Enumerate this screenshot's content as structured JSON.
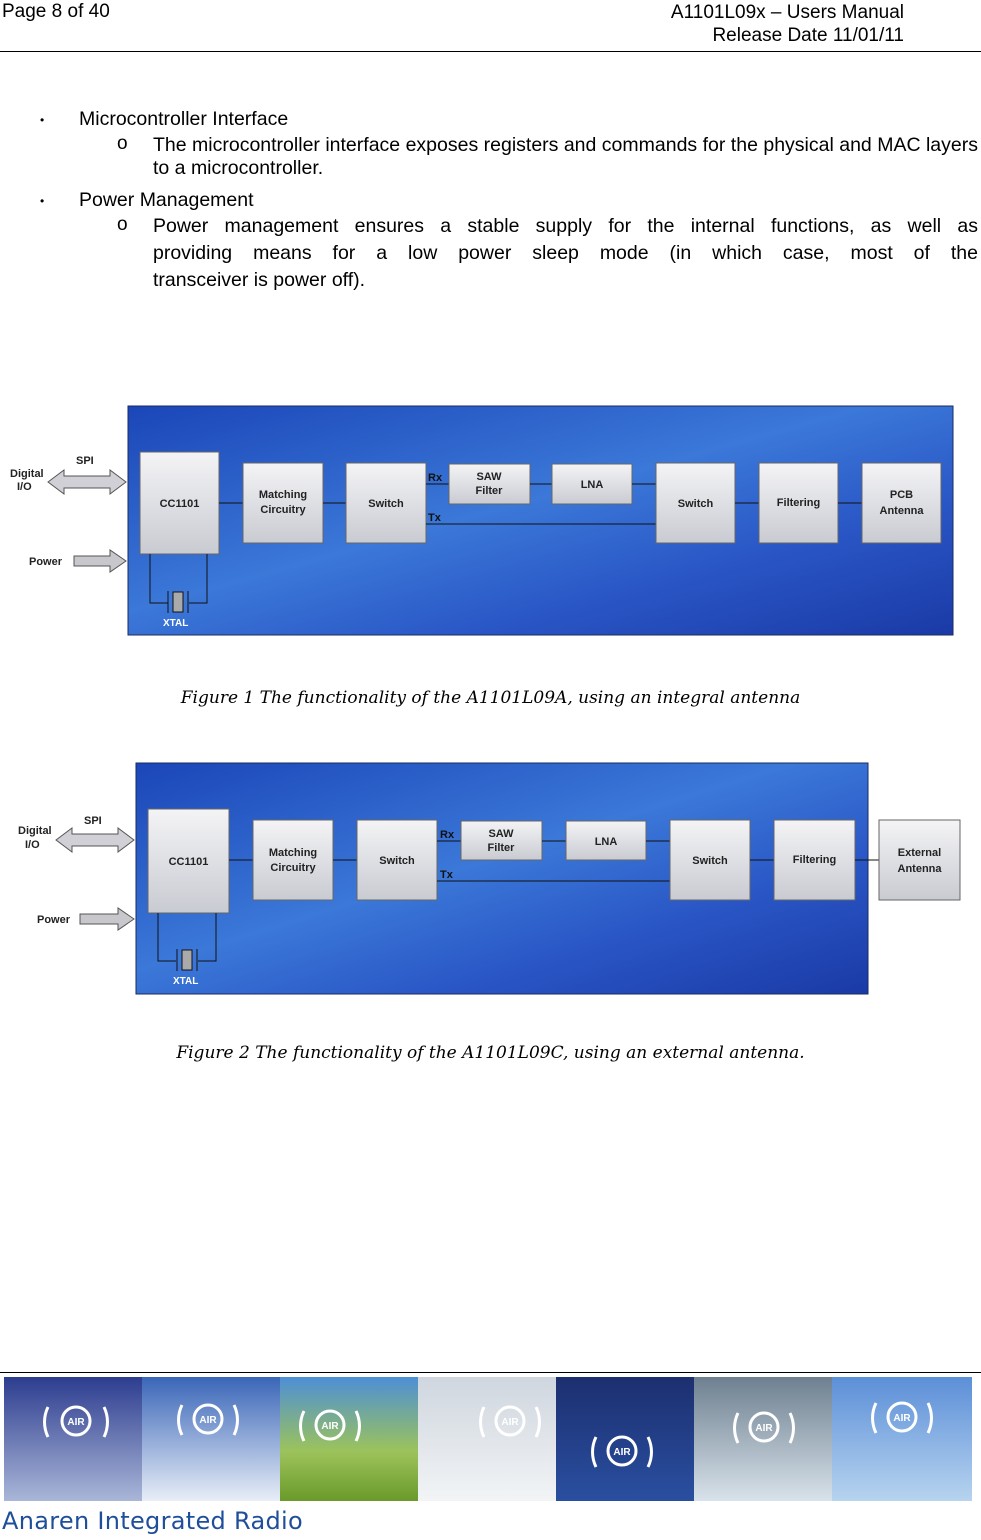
{
  "header": {
    "page_label": "Page 8 of 40",
    "doc_title": "A1101L09x – Users Manual",
    "release_date": "Release Date 11/01/11"
  },
  "bullets": [
    {
      "title": "Microcontroller Interface",
      "sub": "The microcontroller interface exposes registers and commands for the physical and MAC layers to a microcontroller."
    },
    {
      "title": "Power Management",
      "sub_line1": "Power management ensures a stable supply for the internal functions, as well as",
      "sub_line2": "providing means for a low power sleep mode (in which case, most of the",
      "sub_line3": "transceiver is power off)."
    }
  ],
  "bullet_glyph": "•",
  "sub_glyph": "o",
  "figure1": {
    "caption": "Figure 1 The functionality of the A1101L09A, using an integral antenna",
    "labels": {
      "digital": "Digital",
      "io": "I/O",
      "spi": "SPI",
      "power": "Power",
      "cc": "CC1101",
      "xtal": "XTAL",
      "matching1": "Matching",
      "matching2": "Circuitry",
      "switch1": "Switch",
      "rx": "Rx",
      "tx": "Tx",
      "saw1": "SAW",
      "saw2": "Filter",
      "lna": "LNA",
      "switch2": "Switch",
      "filtering": "Filtering",
      "antenna1": "PCB",
      "antenna2": "Antenna"
    }
  },
  "figure2": {
    "caption": "Figure 2 The functionality of the A1101L09C, using an external antenna.",
    "labels": {
      "digital": "Digital",
      "io": "I/O",
      "spi": "SPI",
      "power": "Power",
      "cc": "CC1101",
      "xtal": "XTAL",
      "matching1": "Matching",
      "matching2": "Circuitry",
      "switch1": "Switch",
      "rx": "Rx",
      "tx": "Tx",
      "saw1": "SAW",
      "saw2": "Filter",
      "lna": "LNA",
      "switch2": "Switch",
      "filtering": "Filtering",
      "antenna1": "External",
      "antenna2": "Antenna"
    }
  },
  "footer": {
    "brand": "Anaren Integrated Radio",
    "air_badge": "AIR",
    "colors": {
      "brand_blue": "#1f4f9a",
      "diagram_blue": "#2f62c9"
    }
  }
}
